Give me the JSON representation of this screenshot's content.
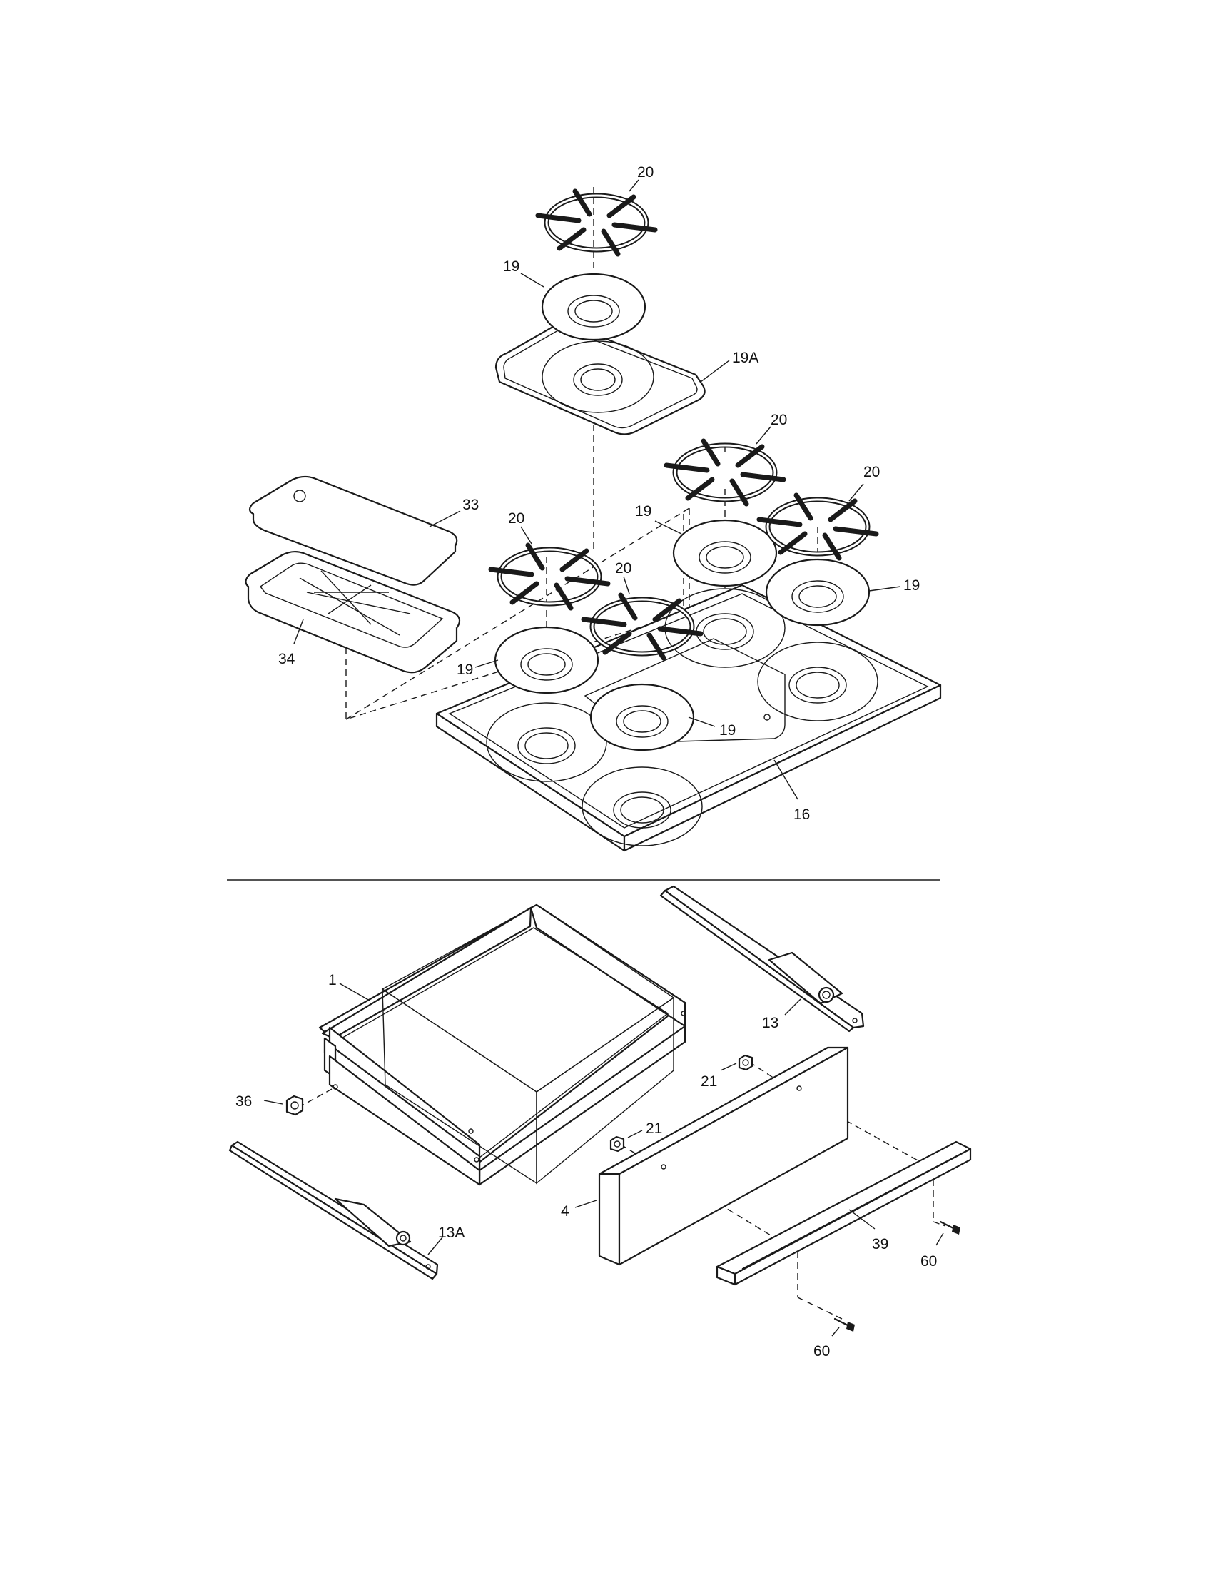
{
  "labels": {
    "grate_top": "20",
    "cap_top": "19",
    "pan_19a": "19A",
    "grate_rb": "20",
    "grate_rr": "20",
    "cap_rb": "19",
    "cap_rr": "19",
    "grate_lf": "20",
    "grate_cf": "20",
    "cap_lf": "19",
    "cap_cf": "19",
    "lid_33": "33",
    "tray_34": "34",
    "cooktop_16": "16",
    "drawer_1": "1",
    "rail_13": "13",
    "rail_13a": "13A",
    "nut_36": "36",
    "nut_21a": "21",
    "nut_21b": "21",
    "front_4": "4",
    "handle_39": "39",
    "screw_60a": "60",
    "screw_60b": "60"
  }
}
